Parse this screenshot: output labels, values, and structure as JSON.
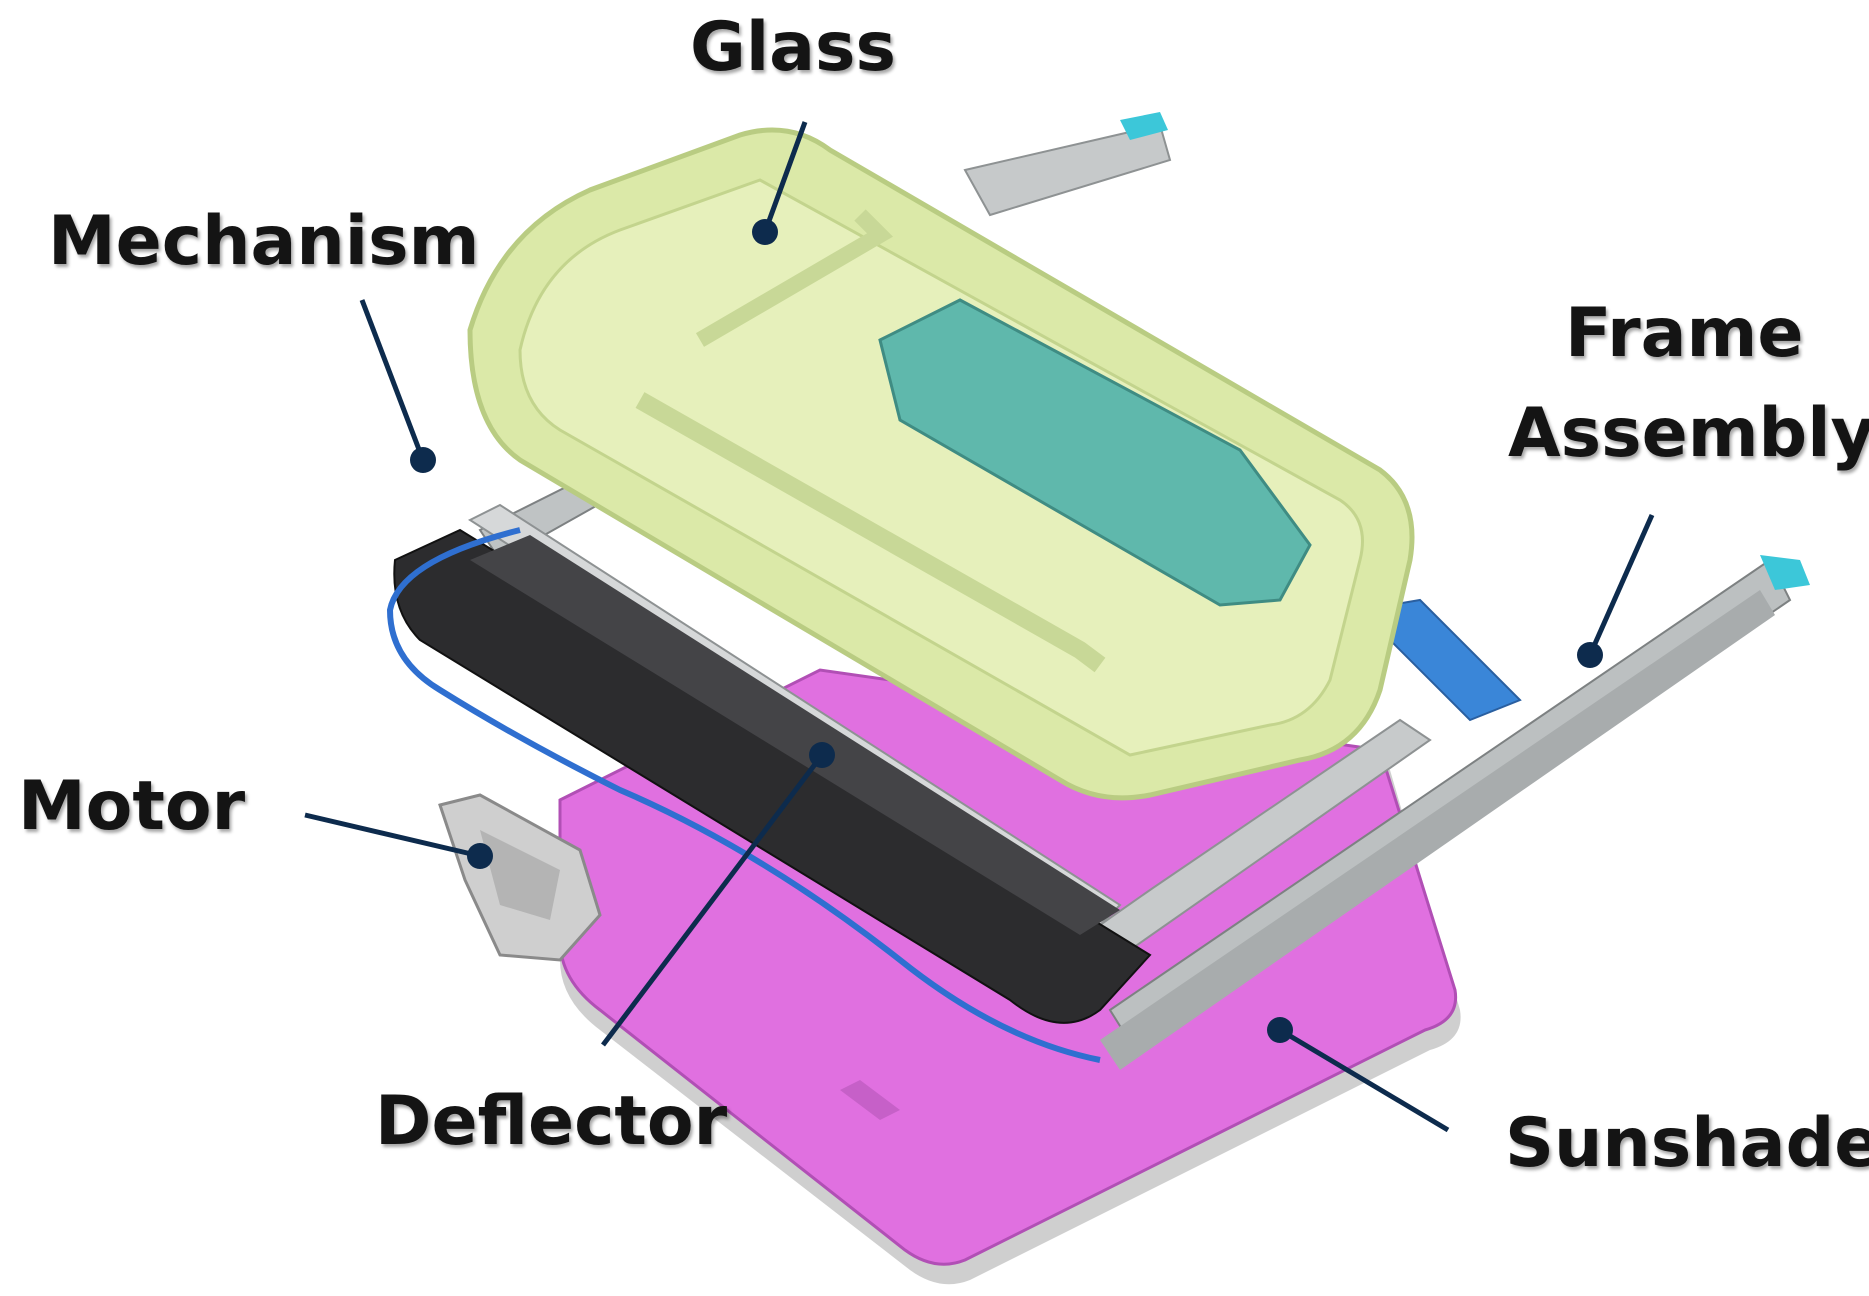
{
  "labels": {
    "glass": "Glass",
    "mechanism": "Mechanism",
    "frame_assembly_line1": "Frame",
    "frame_assembly_line2": "Assembly",
    "motor": "Motor",
    "deflector": "Deflector",
    "sunshade": "Sunshade"
  },
  "colors": {
    "glass": "#dbe9a8",
    "glass_edge": "#b9cc82",
    "sunshade": "#e070e0",
    "sunshade_edge": "#b14fb5",
    "frame_rail": "#b8bcbd",
    "deflector": "#2c2c2e",
    "teal_panel": "#5fb8ac",
    "blue_panel": "#3a86d8",
    "cable": "#2f6fd0",
    "motor": "#c9c9c9",
    "leader_line": "#0d2b4d",
    "leader_dot": "#0d2b4d"
  }
}
